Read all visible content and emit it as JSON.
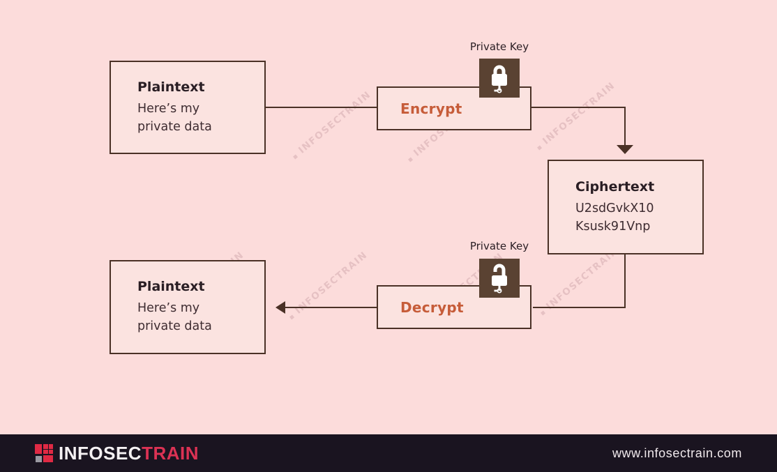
{
  "diagram": {
    "watermark": "INFOSECTRAIN",
    "plaintext_top": {
      "title": "Plaintext",
      "line1": "Here’s my",
      "line2": "private data"
    },
    "encrypt": {
      "label": "Encrypt",
      "key_label": "Private Key"
    },
    "ciphertext": {
      "title": "Ciphertext",
      "line1": "U2sdGvkX10",
      "line2": "Ksusk91Vnp"
    },
    "decrypt": {
      "label": "Decrypt",
      "key_label": "Private Key"
    },
    "plaintext_bottom": {
      "title": "Plaintext",
      "line1": "Here’s my",
      "line2": "private data"
    }
  },
  "footer": {
    "brand_infosec": "INFOSEC",
    "brand_train": "TRAIN",
    "website": "www.infosectrain.com"
  },
  "colors": {
    "background": "#fcdcdb",
    "box_fill": "#fbe3e0",
    "line": "#4a3126",
    "accent_orange": "#c65c39",
    "lock_square": "#5a4232",
    "footer_bg": "#1a1420",
    "brand_red": "#dc3254",
    "logo_red": "#e02a44"
  }
}
